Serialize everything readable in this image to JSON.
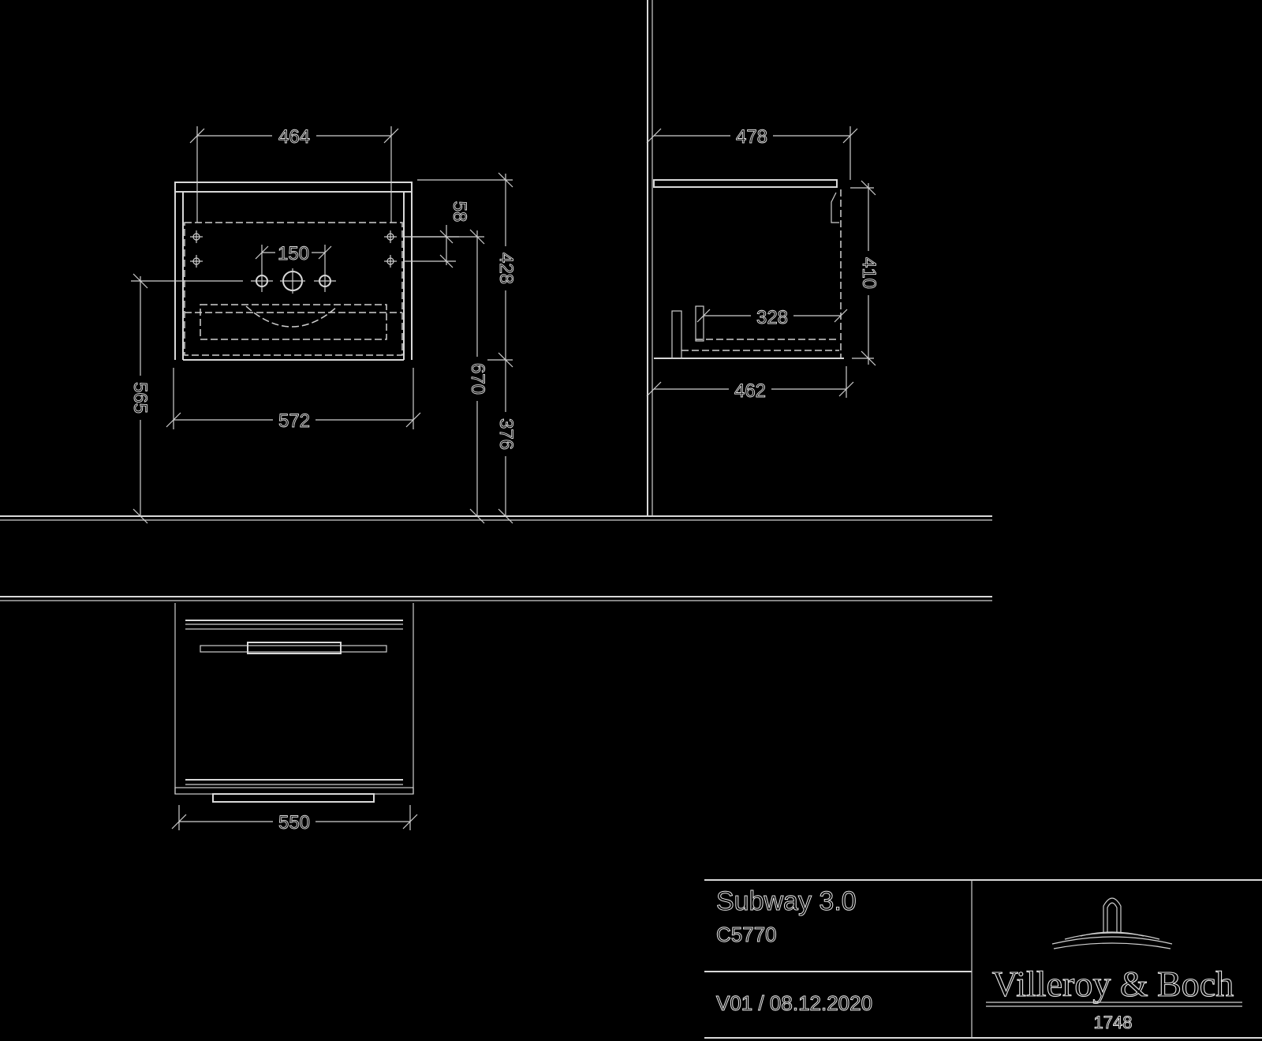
{
  "front_view": {
    "dims": {
      "top_width": "464",
      "tap_offset": "58",
      "tap_spacing": "150",
      "cabinet_height": "428",
      "overall_width": "572",
      "height_to_tap": "565",
      "total_height": "670",
      "floor_clearance": "376"
    }
  },
  "side_view": {
    "dims": {
      "top_depth": "478",
      "height": "410",
      "drawer_depth": "328",
      "cabinet_depth": "462"
    }
  },
  "plan_view": {
    "dims": {
      "width": "550"
    }
  },
  "title_block": {
    "product_name": "Subway 3.0",
    "product_code": "C5770",
    "version_date": "V01 / 08.12.2020",
    "brand": "Villeroy & Boch",
    "brand_year": "1748"
  },
  "colors": {
    "background": "#000000",
    "line": "#d8d8d8"
  }
}
